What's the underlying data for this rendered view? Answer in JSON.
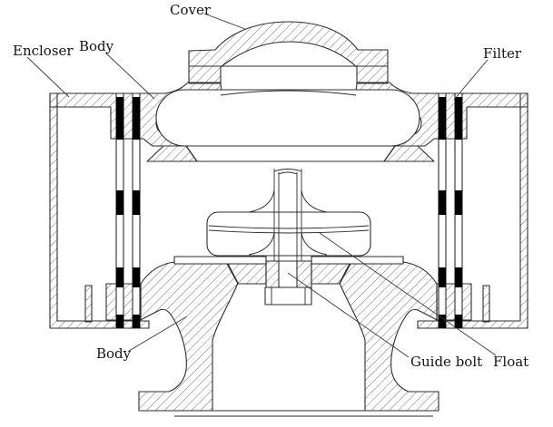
{
  "diagram": {
    "type": "technical-cross-section",
    "subject": "float valve with filter assembly",
    "labels": {
      "cover": "Cover",
      "encloser": "Encloser",
      "body_top": "Body",
      "filter": "Filter",
      "body_bottom": "Body",
      "guide_bolt": "Guide bolt",
      "float": "Float"
    },
    "colors": {
      "line": "#2d2d2d",
      "hatch": "#606060",
      "filter_element": "#000000",
      "background": "#ffffff"
    }
  }
}
